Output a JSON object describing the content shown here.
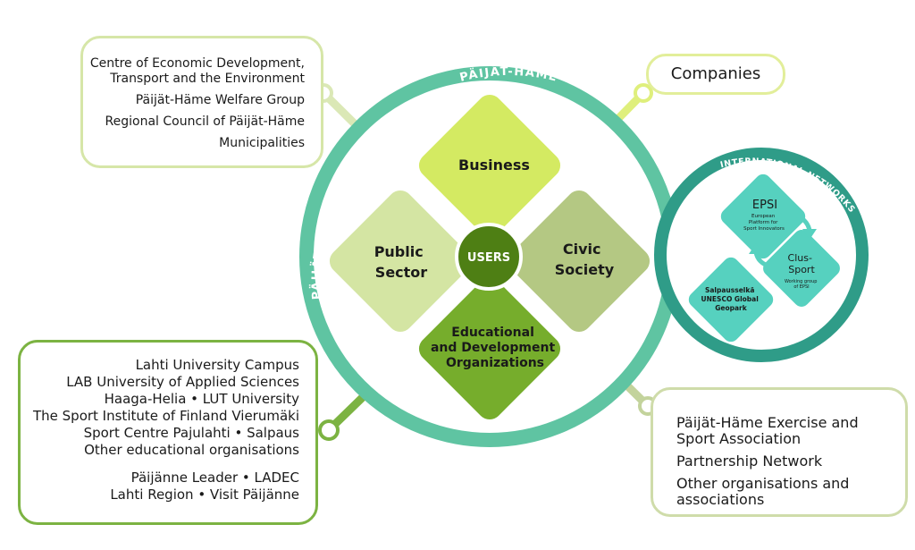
{
  "ring_label": "PÄIJÄT-HÄME",
  "center": {
    "label": "USERS"
  },
  "sectors": {
    "business": "Business",
    "public_sector": [
      "Public",
      "Sector"
    ],
    "civic_society": [
      "Civic",
      "Society"
    ],
    "educational": [
      "Educational",
      "and Development",
      "Organizations"
    ]
  },
  "international": {
    "label": "INTERNATIONAL NETWORKS",
    "epsi": {
      "title": "EPSI",
      "subtitle": [
        "European",
        "Platform for",
        "Sport Innovators"
      ]
    },
    "clus_sport": {
      "title": [
        "Clus-",
        "Sport"
      ],
      "subtitle": [
        "Working group",
        "of EPSI"
      ]
    },
    "geopark": {
      "lines": [
        "Salpausselkä",
        "UNESCO Global",
        "Geopark"
      ]
    }
  },
  "boxes": {
    "public": {
      "lines": [
        "Centre of Economic Development,",
        "Transport and the Environment",
        "Päijät-Häme Welfare Group",
        "Regional Council of Päijät-Häme",
        "Municipalities"
      ]
    },
    "companies": {
      "label": "Companies"
    },
    "educational": {
      "lines": [
        "Lahti University Campus",
        "LAB University of Applied Sciences",
        "Haaga-Helia • LUT University",
        "The Sport Institute of Finland Vierumäki",
        "Sport Centre Pajulahti • Salpaus",
        "Other educational organisations",
        "Päijänne Leader • LADEC",
        "Lahti Region • Visit Päijänne"
      ]
    },
    "civic": {
      "lines": [
        "Päijät-Häme Exercise and",
        "Sport Association",
        "Partnership Network",
        "Other organisations and",
        "associations"
      ]
    }
  },
  "colors": {
    "ring": "#5fc4a2",
    "ring_label": "#ffffff",
    "business": "#d4ea62",
    "public": "#d4e5a3",
    "civic": "#b4c883",
    "educational": "#76ad2c",
    "center": "#4e7f14",
    "international_ring": "#2f9c88",
    "diamond": "#56d1bf",
    "connector_public": "#dbe8b6",
    "connector_business": "#dfef7c",
    "connector_edu": "#7cb342",
    "connector_civic": "#c3d39c"
  }
}
